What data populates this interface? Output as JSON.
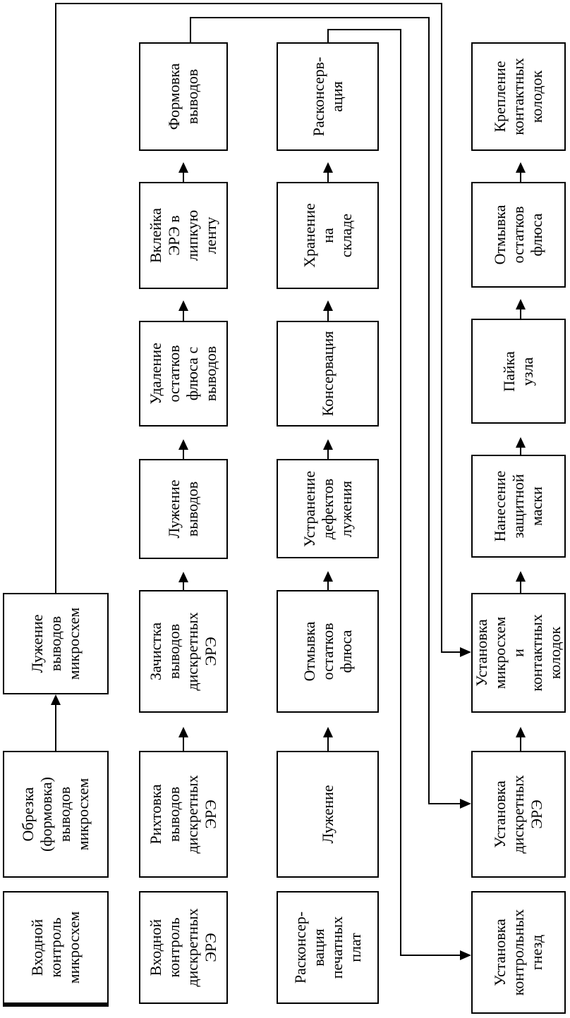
{
  "diagram": {
    "columns": [
      {
        "blocks": [
          {
            "id": "b11",
            "label": "Входной\nконтроль\nмикросхем"
          },
          {
            "id": "b12",
            "label": "Обрезка\n(формовка)\nвыводов\nмикросхем"
          },
          {
            "id": "b13",
            "label": "Лужение\nвыводов\nмикросхем"
          }
        ]
      },
      {
        "blocks": [
          {
            "id": "b21",
            "label": "Входной\nконтроль\nдискретных\nЭРЭ"
          },
          {
            "id": "b22",
            "label": "Рихтовка\nвыводов\nдискретных\nЭРЭ"
          },
          {
            "id": "b23",
            "label": "Зачистка\nвыводов\nдискретных\nЭРЭ"
          },
          {
            "id": "b24",
            "label": "Лужение\nвыводов"
          },
          {
            "id": "b25",
            "label": "Удаление\nостатков\nфлюса с\nвыводов"
          },
          {
            "id": "b26",
            "label": "Вклейка\nЭРЭ в\nлипкую\nленту"
          },
          {
            "id": "b27",
            "label": "Формовка\nвыводов"
          }
        ]
      },
      {
        "blocks": [
          {
            "id": "b31",
            "label": "Расконсер-\nвация\nпечатных\nплат"
          },
          {
            "id": "b32",
            "label": "Лужение"
          },
          {
            "id": "b33",
            "label": "Отмывка\nостатков\nфлюса"
          },
          {
            "id": "b34",
            "label": "Устранение\nдефектов\nлужения"
          },
          {
            "id": "b35",
            "label": "Консервация"
          },
          {
            "id": "b36",
            "label": "Хранение на\nскладе"
          },
          {
            "id": "b37",
            "label": "Расконсерв-\nация"
          }
        ]
      },
      {
        "blocks": [
          {
            "id": "b41",
            "label": "Установка\nконтрольных\nгнезд"
          },
          {
            "id": "b42",
            "label": "Установка\nдискретных\nЭРЭ"
          },
          {
            "id": "b43",
            "label": "Установка\nмикросхем и\nконтактных\nколодок"
          },
          {
            "id": "b44",
            "label": "Нанесение\nзащитной\nмаски"
          },
          {
            "id": "b45",
            "label": "Пайка\nузла"
          },
          {
            "id": "b46",
            "label": "Отмывка\nостатков\nфлюса"
          },
          {
            "id": "b47",
            "label": "Крепление\nконтактных\nколодок"
          }
        ]
      }
    ]
  }
}
